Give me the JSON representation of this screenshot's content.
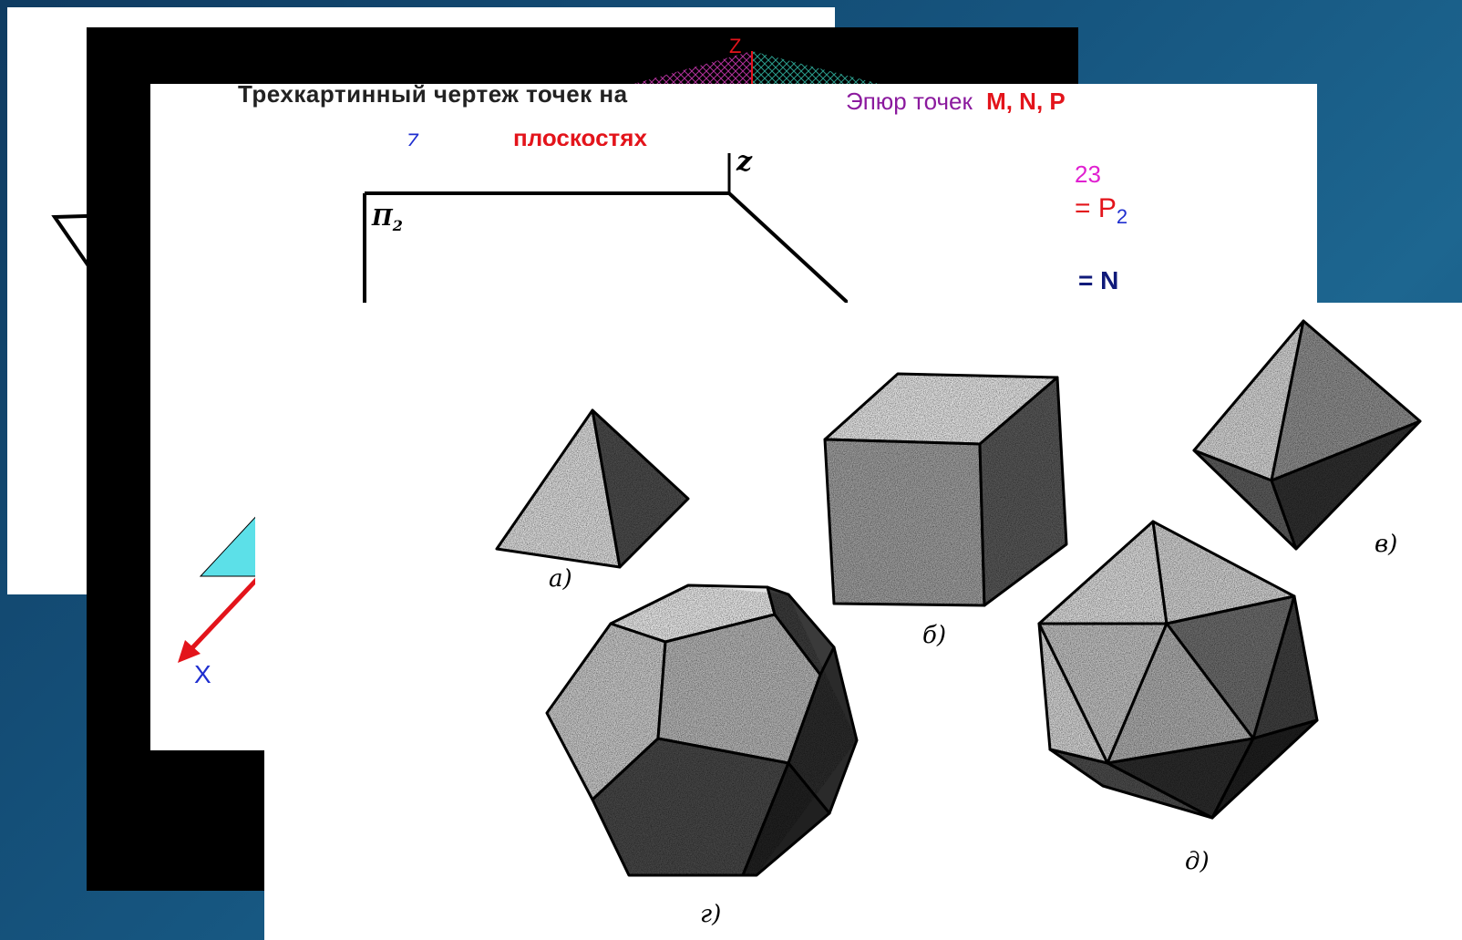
{
  "colors": {
    "background": "#16557f",
    "black_layer": "#000000",
    "red": "#e3141b",
    "blue": "#1f2fd0",
    "purple": "#8b1a9e",
    "magenta": "#e020d0",
    "navy": "#101a7a",
    "cyan": "#5ce0e8"
  },
  "slide_mid": {
    "title_line1": "Трехкартинный чертеж точек на",
    "title_line2": "плоскостях",
    "axis_z_small": "Z",
    "epure_label": "Эпюр точек",
    "epure_points": "M, N, P",
    "partial_top": "23",
    "eq_p": "= P",
    "eq_p_sub": "2",
    "eq_n": "= N",
    "axis_x": "X"
  },
  "slide_drawing": {
    "axis_z": "z",
    "plane_label": "П",
    "plane_sub": "2",
    "axis_x": "x"
  },
  "slide_black": {
    "axis_z": "Z"
  },
  "polyhedra": {
    "label_a": "а)",
    "label_b": "б)",
    "label_v": "в)",
    "label_g": "г)",
    "label_d": "д)"
  }
}
